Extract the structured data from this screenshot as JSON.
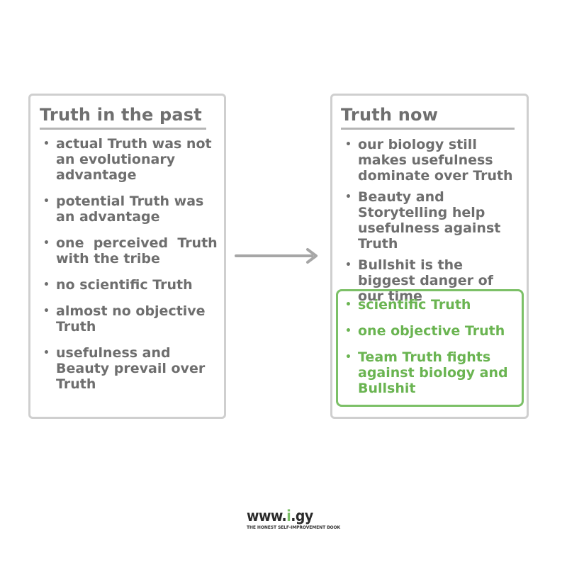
{
  "left_panel": {
    "title": "Truth in the past",
    "items": [
      "actual Truth was not an evolutionary advantage",
      "potential Truth was an advantage",
      "one  perceived  Truth with the tribe",
      "no scientific Truth",
      "almost no objective Truth",
      "usefulness and Beauty prevail over Truth"
    ]
  },
  "right_panel": {
    "title": "Truth now",
    "items": [
      "our biology still makes usefulness dominate over Truth",
      "Beauty and Storytelling help usefulness against Truth",
      "Bullshit is the biggest danger of our time"
    ],
    "highlighted_items": [
      "scientific Truth",
      "one objective Truth",
      "Team Truth fights against biology and Bullshit"
    ]
  },
  "bullet_symbol": "•",
  "logo": {
    "prefix": "www.",
    "accent": "i",
    "suffix": ".gy",
    "tagline": "THE HONEST SELF-IMPROVEMENT BOOK"
  },
  "colors": {
    "panel_border": "#cfcfcf",
    "text_gray": "#6e6e6e",
    "highlight_green": "#6ab451",
    "arrow": "#a6a6a6"
  },
  "icons": {
    "arrow": "right-arrow-icon"
  }
}
